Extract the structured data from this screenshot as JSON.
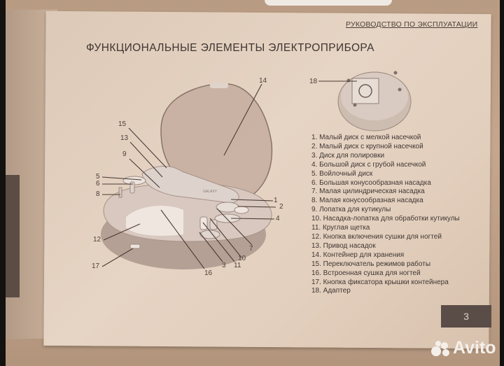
{
  "document": {
    "running_head": "РУКОВОДСТВО ПО ЭКСПЛУАТАЦИИ",
    "title": "ФУНКЦИОНАЛЬНЫЕ ЭЛЕМЕНТЫ ЭЛЕКТРОПРИБОРА",
    "page_number": "3",
    "device_brand": "GALAXY"
  },
  "parts": [
    {
      "n": "1",
      "label": "1. Малый диск с мелкой насечкой"
    },
    {
      "n": "2",
      "label": "2. Малый диск с крупной насечкой"
    },
    {
      "n": "3",
      "label": "3. Диск для полировки"
    },
    {
      "n": "4",
      "label": "4. Большой диск с грубой насечкой"
    },
    {
      "n": "5",
      "label": "5. Войлочный диск"
    },
    {
      "n": "6",
      "label": "6. Большая конусообразная насадка"
    },
    {
      "n": "7",
      "label": "7. Малая цилиндрическая насадка"
    },
    {
      "n": "8",
      "label": "8. Малая конусообразная насадка"
    },
    {
      "n": "9",
      "label": "9. Лопатка для кутикулы"
    },
    {
      "n": "10",
      "label": "10. Насадка-лопатка для обработки кутикулы"
    },
    {
      "n": "11",
      "label": "11. Круглая щетка"
    },
    {
      "n": "12",
      "label": "12. Кнопка включения сушки для ногтей"
    },
    {
      "n": "13",
      "label": "13. Привод насадок"
    },
    {
      "n": "14",
      "label": "14. Контейнер для хранения"
    },
    {
      "n": "15",
      "label": "15. Переключатель режимов работы"
    },
    {
      "n": "16",
      "label": "16. Встроенная сушка для ногтей"
    },
    {
      "n": "17",
      "label": "17. Кнопка фиксатора крышки контейнера"
    },
    {
      "n": "18",
      "label": "18. Адаптер"
    }
  ],
  "callouts": {
    "c1": "1",
    "c2": "2",
    "c3": "3",
    "c4": "4",
    "c5": "5",
    "c6": "6",
    "c7": "7",
    "c8": "8",
    "c9": "9",
    "c10": "10",
    "c11": "11",
    "c12": "12",
    "c13": "13",
    "c14": "14",
    "c15": "15",
    "c16": "16",
    "c17": "17",
    "c18": "18"
  },
  "watermark": {
    "text": "Avito"
  }
}
